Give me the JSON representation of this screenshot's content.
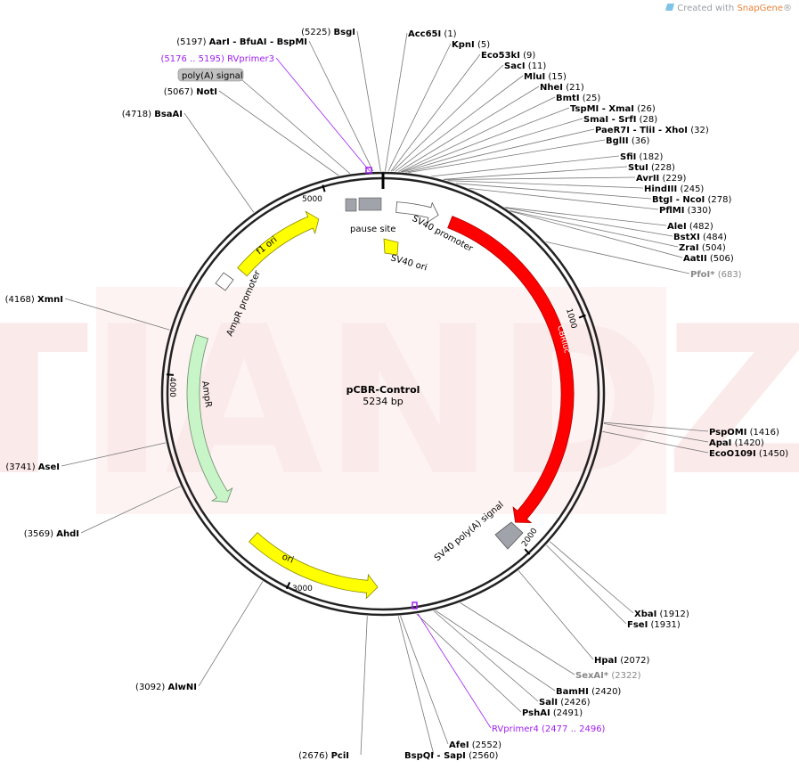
{
  "credit": {
    "prefix": "Created with",
    "brand": "SnapGene",
    "mark": "®"
  },
  "watermark": "TIANDZ",
  "plasmid": {
    "name": "pCBR-Control",
    "size_label": "5234 bp",
    "length": 5234
  },
  "ticks": [
    {
      "pos": 1000,
      "label": "1000"
    },
    {
      "pos": 2000,
      "label": "2000"
    },
    {
      "pos": 3000,
      "label": "3000"
    },
    {
      "pos": 4000,
      "label": "4000"
    },
    {
      "pos": 5000,
      "label": "5000"
    }
  ],
  "features": [
    {
      "id": "cbrluc",
      "label": "CBRluc",
      "color": "#ff0000",
      "start": 310,
      "end": 1950
    },
    {
      "id": "sv40-promoter",
      "label": "SV40 promoter",
      "color": "#ffffff",
      "start": 5234,
      "end": 250
    },
    {
      "id": "sv40-ori",
      "label": "SV40 ori",
      "color": "#ffff00"
    },
    {
      "id": "pause-site",
      "label": "pause site",
      "color": "#a0a4aa"
    },
    {
      "id": "sv40-polya",
      "label": "SV40 poly(A) signal",
      "color": "#a0a4aa"
    },
    {
      "id": "ori",
      "label": "ori",
      "color": "#ffff00",
      "start": 2640,
      "end": 3230
    },
    {
      "id": "ampr",
      "label": "AmpR",
      "color": "#c8f5c8",
      "start": 3420,
      "end": 4180
    },
    {
      "id": "ampr-promoter",
      "label": "AmpR promoter",
      "color": "#ffffff"
    },
    {
      "id": "f1-ori",
      "label": "f1 ori",
      "color": "#ffff00",
      "start": 4520,
      "end": 4940
    },
    {
      "id": "polya-signal",
      "label": "poly(A) signal",
      "color": "#c0c0c0"
    }
  ],
  "sites": [
    {
      "name": "Acc65I",
      "pos": "(1)"
    },
    {
      "name": "KpnI",
      "pos": "(5)"
    },
    {
      "name": "Eco53kI",
      "pos": "(9)"
    },
    {
      "name": "SacI",
      "pos": "(11)"
    },
    {
      "name": "MluI",
      "pos": "(15)"
    },
    {
      "name": "NheI",
      "pos": "(21)"
    },
    {
      "name": "BmtI",
      "pos": "(25)"
    },
    {
      "name": "TspMI - XmaI",
      "pos": "(26)"
    },
    {
      "name": "SmaI - SrfI",
      "pos": "(28)"
    },
    {
      "name": "PaeR7I - TliI - XhoI",
      "pos": "(32)"
    },
    {
      "name": "BglII",
      "pos": "(36)"
    },
    {
      "name": "SfiI",
      "pos": "(182)"
    },
    {
      "name": "StuI",
      "pos": "(228)"
    },
    {
      "name": "AvrII",
      "pos": "(229)"
    },
    {
      "name": "HindIII",
      "pos": "(245)"
    },
    {
      "name": "BtgI - NcoI",
      "pos": "(278)"
    },
    {
      "name": "PflMI",
      "pos": "(330)"
    },
    {
      "name": "AleI",
      "pos": "(482)"
    },
    {
      "name": "BstXI",
      "pos": "(484)"
    },
    {
      "name": "ZraI",
      "pos": "(504)"
    },
    {
      "name": "AatII",
      "pos": "(506)"
    },
    {
      "name": "PfoI*",
      "pos": "(683)"
    },
    {
      "name": "PspOMI",
      "pos": "(1416)"
    },
    {
      "name": "ApaI",
      "pos": "(1420)"
    },
    {
      "name": "EcoO109I",
      "pos": "(1450)"
    },
    {
      "name": "XbaI",
      "pos": "(1912)"
    },
    {
      "name": "FseI",
      "pos": "(1931)"
    },
    {
      "name": "HpaI",
      "pos": "(2072)"
    },
    {
      "name": "SexAI*",
      "pos": "(2322)"
    },
    {
      "name": "BamHI",
      "pos": "(2420)"
    },
    {
      "name": "SalI",
      "pos": "(2426)"
    },
    {
      "name": "PshAI",
      "pos": "(2491)"
    },
    {
      "name": "RVprimer4",
      "pos": "(2477 .. 2496)"
    },
    {
      "name": "AfeI",
      "pos": "(2552)"
    },
    {
      "name": "BspQI - SapI",
      "pos": "(2560)"
    },
    {
      "name": "PciI",
      "pos": "(2676)"
    },
    {
      "name": "AlwNI",
      "pos": "(3092)"
    },
    {
      "name": "AhdI",
      "pos": "(3569)"
    },
    {
      "name": "AseI",
      "pos": "(3741)"
    },
    {
      "name": "XmnI",
      "pos": "(4168)"
    },
    {
      "name": "BsaAI",
      "pos": "(4718)"
    },
    {
      "name": "NotI",
      "pos": "(5067)"
    },
    {
      "name": "RVprimer3",
      "pos": "(5176 .. 5195)"
    },
    {
      "name": "AarI - BfuAI - BspMI",
      "pos": "(5197)"
    },
    {
      "name": "BsgI",
      "pos": "(5225)"
    }
  ]
}
